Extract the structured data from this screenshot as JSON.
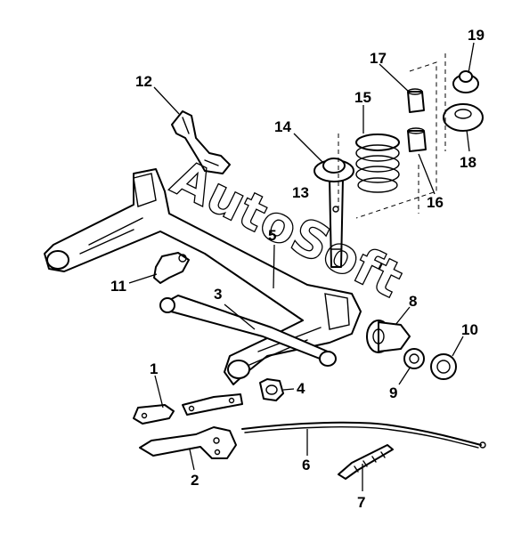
{
  "watermark": "AutoSoft",
  "callouts": [
    "1",
    "2",
    "3",
    "4",
    "5",
    "6",
    "7",
    "8",
    "9",
    "10",
    "11",
    "12",
    "13",
    "14",
    "15",
    "16",
    "17",
    "18",
    "19"
  ]
}
